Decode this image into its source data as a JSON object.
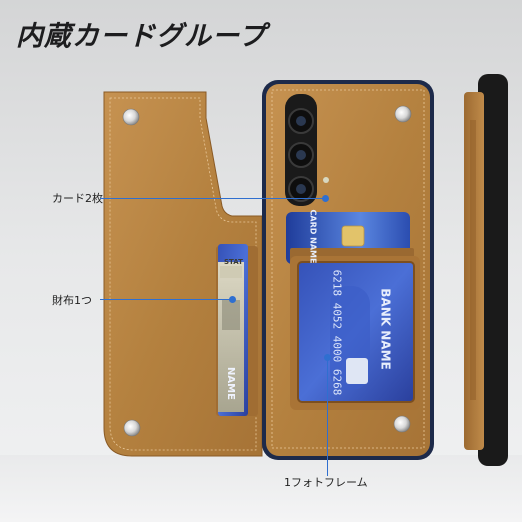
{
  "headline": "内蔵カードグループ",
  "callouts": {
    "cards": "カード2枚",
    "wallet": "財布1つ",
    "photo_frame": "1フォトフレーム"
  },
  "card_text": {
    "front_card_bank": "BANK NAME",
    "front_card_number": "6218 4052 4000 6268",
    "left_card_name": "NAME",
    "left_card_state": "STAT",
    "upper_card_name": "CARD NAME"
  },
  "colors": {
    "leather": "#b98545",
    "accent_line": "#2f6fd0",
    "card_blue": "#2b4db0"
  }
}
